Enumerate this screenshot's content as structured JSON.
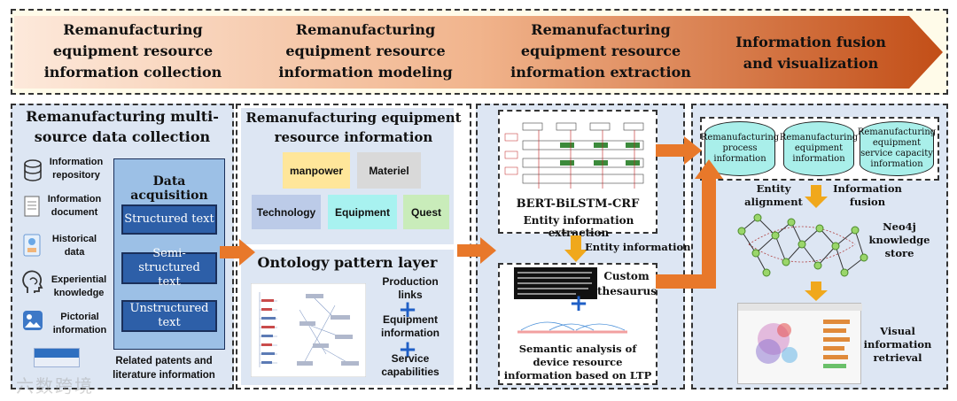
{
  "stages": [
    {
      "label": "Remanufacturing equipment resource information collection"
    },
    {
      "label": "Remanufacturing equipment resource information modeling"
    },
    {
      "label": "Remanufacturing equipment resource information extraction"
    },
    {
      "label": "Information fusion and visualization"
    }
  ],
  "collection": {
    "title": "Remanufacturing multi-source data collection",
    "sources": [
      "Information repository",
      "Information document",
      "Historical data",
      "Experiential knowledge",
      "Pictorial information"
    ],
    "acquisition_title": "Data acquisition",
    "acquisition_items": [
      "Structured text",
      "Semi-structured text",
      "Unstructured text"
    ],
    "related": "Related patents and literature information"
  },
  "modeling": {
    "title": "Remanufacturing equipment resource information",
    "tags": [
      "manpower",
      "Materiel",
      "Technology",
      "Equipment",
      "Quest"
    ],
    "ontology_title": "Ontology pattern layer",
    "ontology_items": [
      "Production links",
      "Equipment information",
      "Service capabilities"
    ],
    "plus": "+"
  },
  "extraction": {
    "model_label": "BERT-BiLSTM-CRF",
    "model_caption": "Entity information extraction",
    "entity_info": "Entity information",
    "thesaurus": "Custom thesaurus",
    "semantic": "Semantic analysis of device resource information based on LTP"
  },
  "fusion": {
    "cylinders": [
      "Remanufacturing process information",
      "Remanufacturing equipment information",
      "Remanufacturing equipment service capacity information"
    ],
    "entity_alignment": "Entity alignment",
    "information_fusion": "Information fusion",
    "neo4j": "Neo4j knowledge store",
    "visual": "Visual information retrieval"
  },
  "watermark": "六数跨境",
  "colors": {
    "arrow": "#e8782a",
    "stage_band_start": "#fbe4d4",
    "stage_band_end": "#c7531d",
    "panel_bg": "#dde6f3",
    "acq_bg": "#9cc0e6",
    "blue_box": "#2d5fa8",
    "cylinder": "#a9efea"
  }
}
